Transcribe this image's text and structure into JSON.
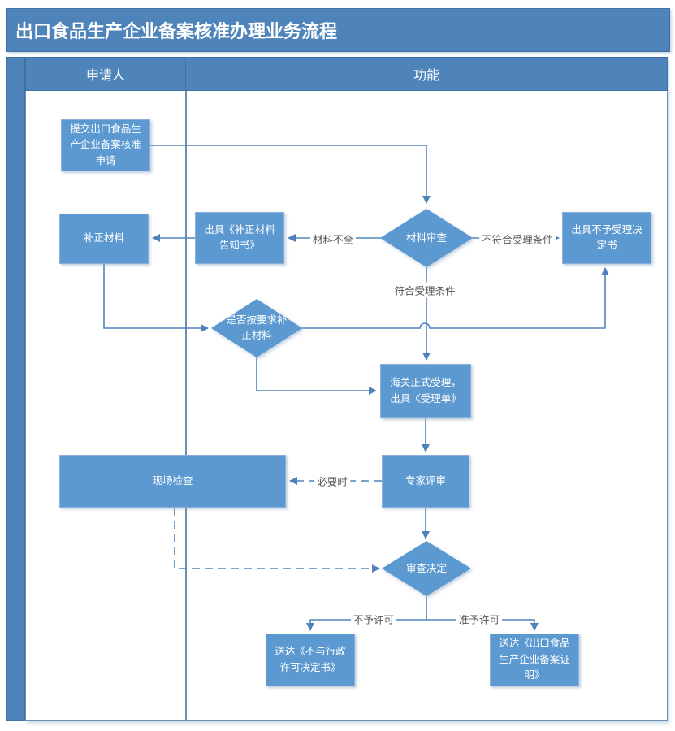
{
  "title": "出口食品生产企业备案核准办理业务流程",
  "lanes": {
    "applicant": "申请人",
    "function": "功能"
  },
  "nodes": {
    "submit_application": {
      "type": "process",
      "label": "提交出口食品生产企业备案核准申请"
    },
    "supplement_materials": {
      "type": "process",
      "label": "补正材料"
    },
    "issue_supplement_notice": {
      "type": "process",
      "label": "出具《补正材料告知书》"
    },
    "material_review": {
      "type": "decision",
      "label": "材料审查"
    },
    "issue_rejection_decision": {
      "type": "process",
      "label": "出具不予受理决定书"
    },
    "supplement_as_required": {
      "type": "decision",
      "label": "是否按要求补正材料"
    },
    "customs_accept": {
      "type": "process",
      "label": "海关正式受理，出具《受理单》"
    },
    "onsite_inspection": {
      "type": "process",
      "label": "现场检查"
    },
    "expert_review": {
      "type": "process",
      "label": "专家评审"
    },
    "review_decision": {
      "type": "decision",
      "label": "审查决定"
    },
    "deliver_no_permit": {
      "type": "process",
      "label": "送达《不与行政许可决定书》"
    },
    "deliver_certificate": {
      "type": "process",
      "label": "送达《出口食品生产企业备案证明》"
    }
  },
  "edge_labels": {
    "incomplete": "材料不全",
    "not_meet": "不符合受理条件",
    "meet": "符合受理条件",
    "when_necessary": "必要时",
    "deny": "不予许可",
    "grant": "准予许可"
  },
  "colors": {
    "band_fill": "#4e84ba",
    "node_fill": "#5b99d0",
    "node_border": "#8ab0d9",
    "connector": "#5184be",
    "label_text": "#555555",
    "node_text": "#ffffff"
  }
}
